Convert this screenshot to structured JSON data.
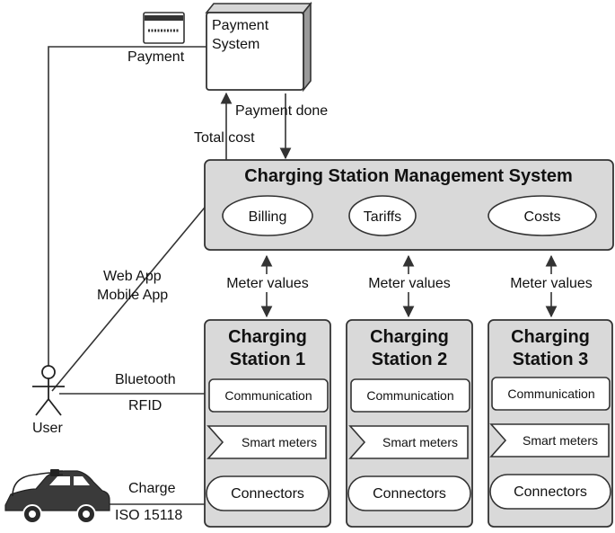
{
  "payment_system": {
    "line1": "Payment",
    "line2": "System"
  },
  "payment_label": "Payment",
  "payment_done_label": "Payment done",
  "total_cost_label": "Total cost",
  "csms": {
    "title": "Charging Station Management System",
    "modules": [
      "Billing",
      "Tariffs",
      "Costs"
    ]
  },
  "web_app_label": "Web App",
  "mobile_app_label": "Mobile App",
  "meter_values_label": "Meter values",
  "stations": [
    {
      "line1": "Charging",
      "line2": "Station 1",
      "communication": "Communication",
      "smart_meters": "Smart meters",
      "connectors": "Connectors"
    },
    {
      "line1": "Charging",
      "line2": "Station 2",
      "communication": "Communication",
      "smart_meters": "Smart meters",
      "connectors": "Connectors"
    },
    {
      "line1": "Charging",
      "line2": "Station 3",
      "communication": "Communication",
      "smart_meters": "Smart meters",
      "connectors": "Connectors"
    }
  ],
  "bluetooth_label": "Bluetooth",
  "rfid_label": "RFID",
  "user_label": "User",
  "charge_label": "Charge",
  "iso_label": "ISO 15118",
  "icons": [
    "credit-card-icon",
    "user-icon",
    "electric-car-icon"
  ]
}
